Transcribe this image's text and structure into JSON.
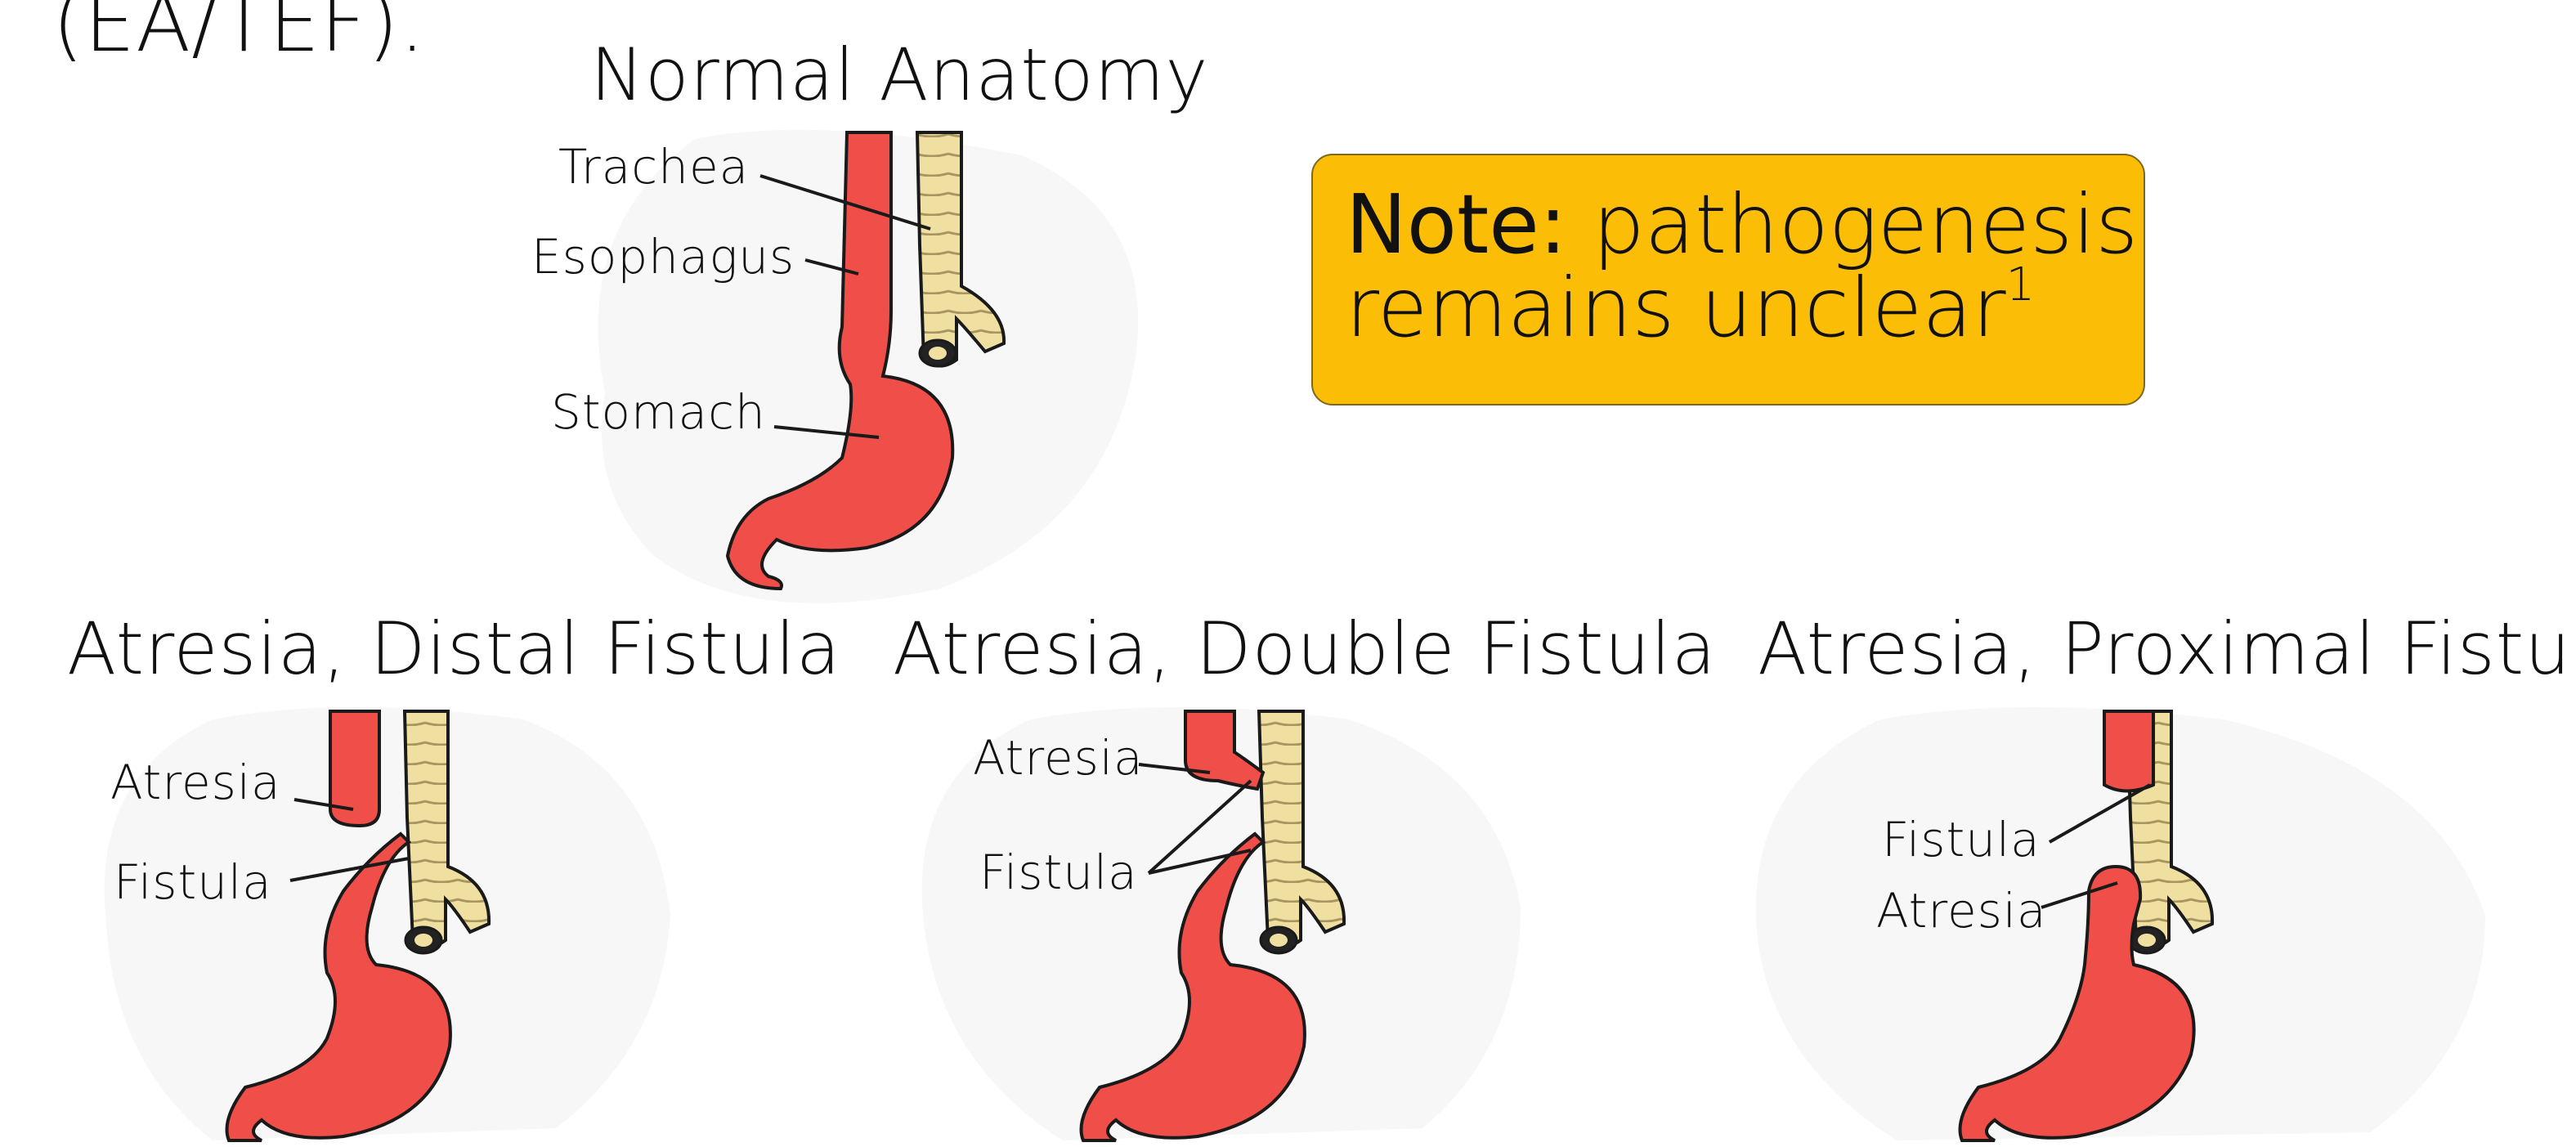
{
  "slide": {
    "top_fragment": "(EA/TEF).",
    "note": {
      "label": "Note:",
      "line1": "pathogenesis",
      "line2": "remains unclear",
      "superscript": "1",
      "fill_color": "#fbbd05"
    }
  },
  "panels": {
    "normal": {
      "title": "Normal Anatomy",
      "labels": {
        "trachea": "Trachea",
        "esophagus": "Esophagus",
        "stomach": "Stomach"
      }
    },
    "distal": {
      "title": "Atresia, Distal Fistula",
      "labels": {
        "atresia": "Atresia",
        "fistula": "Fistula"
      }
    },
    "double": {
      "title": "Atresia, Double Fistula",
      "labels": {
        "atresia": "Atresia",
        "fistula": "Fistula"
      }
    },
    "proximal": {
      "title": "Atresia, Proximal Fistula",
      "labels": {
        "fistula": "Fistula",
        "atresia": "Atresia"
      }
    }
  },
  "colors": {
    "esophagus_red": "#f04e48",
    "trachea_tan": "#efdfa0",
    "outline": "#1a1a1a",
    "halo": "#f7f7f7"
  }
}
